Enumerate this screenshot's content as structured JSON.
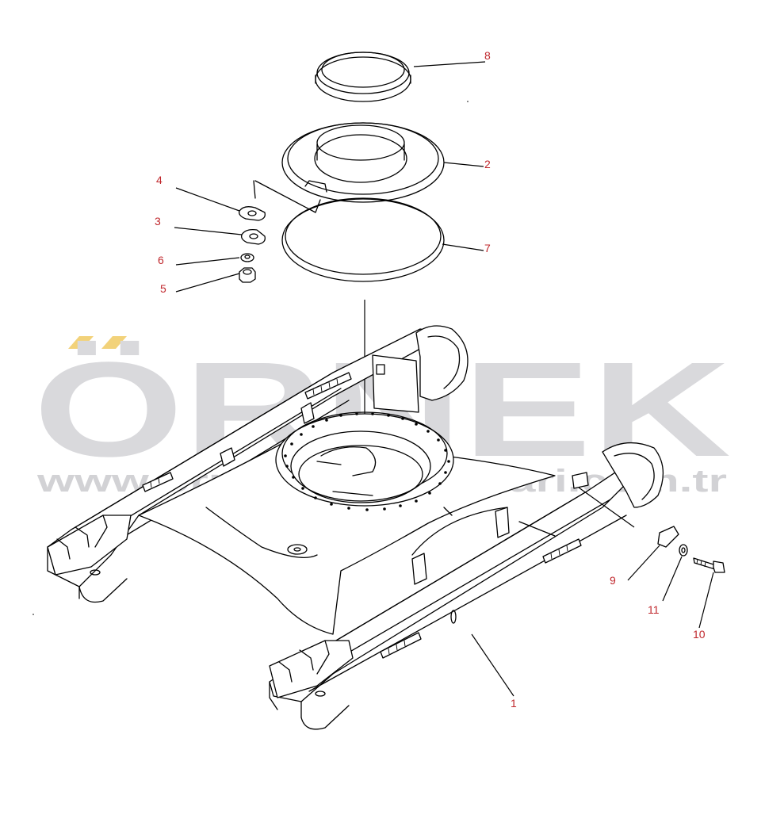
{
  "watermark": {
    "text": "ÖRNEK",
    "url": "www.ornekismakinalari.com.tr",
    "color": "#d9d9dc",
    "accent_color": "#f2d27a"
  },
  "callouts": [
    {
      "id": "1",
      "label": "1"
    },
    {
      "id": "2",
      "label": "2"
    },
    {
      "id": "3",
      "label": "3"
    },
    {
      "id": "4",
      "label": "4"
    },
    {
      "id": "5",
      "label": "5"
    },
    {
      "id": "6",
      "label": "6"
    },
    {
      "id": "7",
      "label": "7"
    },
    {
      "id": "8",
      "label": "8"
    },
    {
      "id": "9",
      "label": "9"
    },
    {
      "id": "10",
      "label": "10"
    },
    {
      "id": "11",
      "label": "11"
    }
  ],
  "colors": {
    "callout_text": "#c0282d",
    "line_art": "#000000",
    "background": "#ffffff"
  }
}
